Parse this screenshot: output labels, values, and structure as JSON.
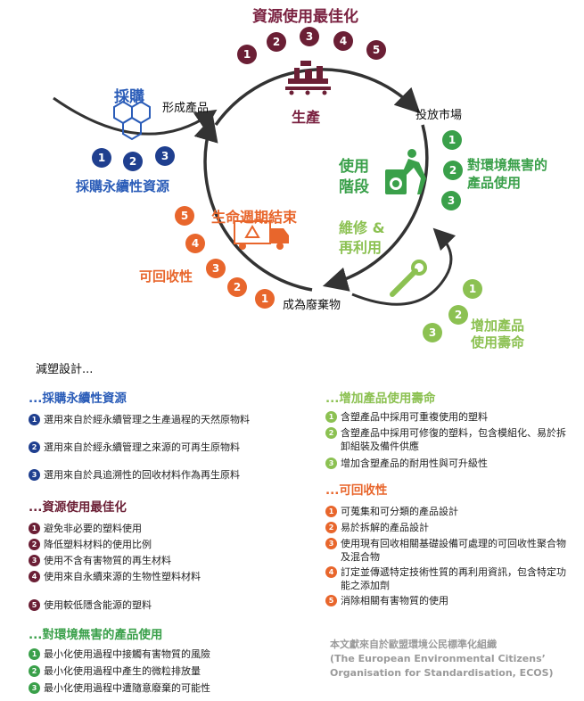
{
  "diagram": {
    "top_title": "資源使用最佳化",
    "top_numbers": [
      "1",
      "2",
      "3",
      "4",
      "5"
    ],
    "procure_label": "採購",
    "form_product": "形成產品",
    "produce_label": "生產",
    "market_label": "投放市場",
    "procure_nums": [
      "1",
      "2",
      "3"
    ],
    "procure_sub": "採購永續性資源",
    "use_stage": [
      "使用",
      "階段"
    ],
    "use_nums": [
      "1",
      "2",
      "3"
    ],
    "env_use": [
      "對環境無害的",
      "產品使用"
    ],
    "repair": [
      "維修 &",
      "再利用"
    ],
    "end_of_life": "生命週期結束",
    "recycle_nums": [
      "5",
      "4",
      "3",
      "2",
      "1"
    ],
    "recyclable": "可回收性",
    "becomes_waste": "成為廢棄物",
    "extend_nums": [
      "1",
      "2",
      "3"
    ],
    "extend_life": [
      "增加產品",
      "使用壽命"
    ],
    "icons": [
      "molecule-icon",
      "factory-icon",
      "worker-washing-machine-icon",
      "recycling-truck-icon",
      "wrench-icon"
    ]
  },
  "lists": {
    "intro": "減塑設計...",
    "procure": {
      "heading": "...採購永續性資源",
      "items": [
        "選用來自於經永續管理之生產過程的天然原物料",
        "選用來自於經永續管理之來源的可再生原物料",
        "選用來自於具追溯性的回收材料作為再生原料"
      ]
    },
    "optimize": {
      "heading": "...資源使用最佳化",
      "items": [
        "避免非必要的塑料使用",
        "降低塑料材料的使用比例",
        "使用不含有害物質的再生材料",
        "使用來自永續來源的生物性塑料材料",
        "使用較低隱含能源的塑料"
      ]
    },
    "env_use": {
      "heading": "...對環境無害的產品使用",
      "items": [
        "最小化使用過程中接觸有害物質的風險",
        "最小化使用過程中產生的微粒排放量",
        "最小化使用過程中遭隨意廢棄的可能性"
      ]
    },
    "extend": {
      "heading": "...增加產品使用壽命",
      "items": [
        "含塑產品中採用可重複使用的塑料",
        "含塑產品中採用可修復的塑料，包含模組化、易於拆卸組裝及備件供應",
        "增加含塑產品的耐用性與可升級性"
      ]
    },
    "recycle": {
      "heading": "...可回收性",
      "items": [
        "可蒐集和可分類的產品設計",
        "易於拆解的產品設計",
        "使用現有回收相關基礎設備可處理的可回收性聚合物及混合物",
        "訂定並傳遞特定技術性質的再利用資訊，包含特定功能之添加劑",
        "消除相關有害物質的使用"
      ]
    },
    "source": [
      "本文獻來自於歐盟環境公民標準化組織",
      "(The European Environmental Citizens’",
      "Organisation for Standardisation, ECOS)"
    ]
  },
  "colors": {
    "maroon": "#6b1f35",
    "navy": "#1f3f8f",
    "green": "#3aa04a",
    "lime": "#8cc152",
    "orange": "#e8662c",
    "arrow": "#333333"
  }
}
